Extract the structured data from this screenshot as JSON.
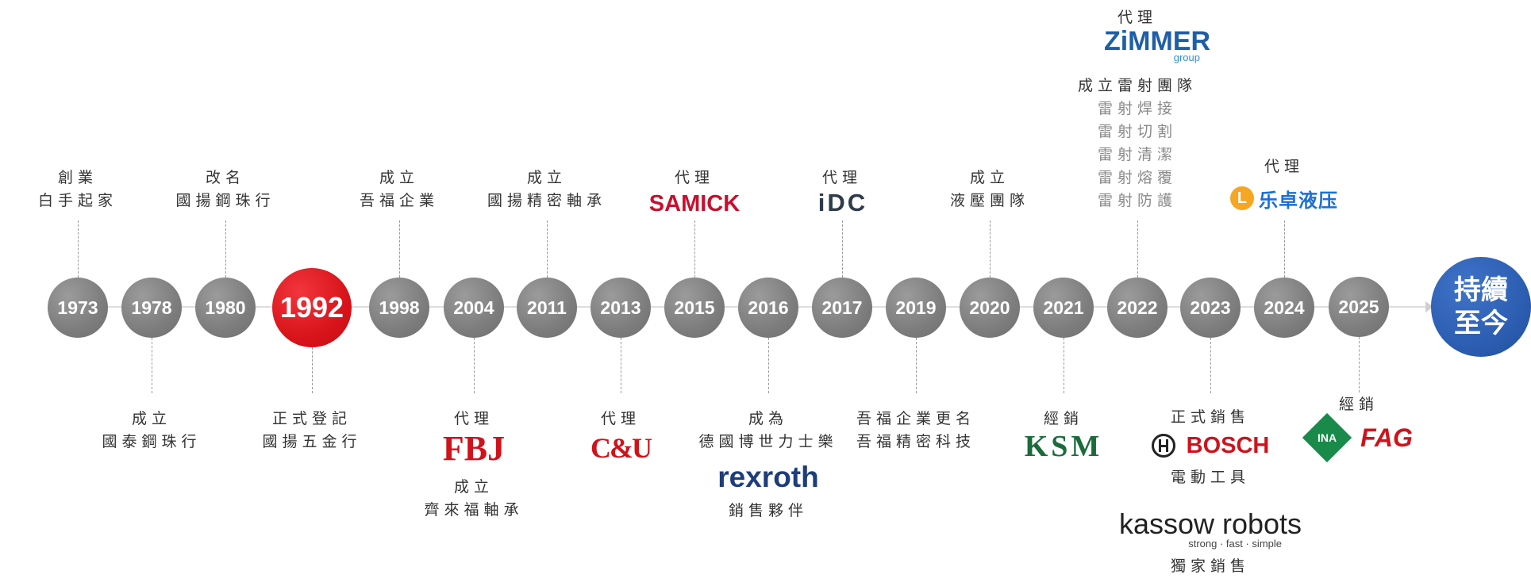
{
  "timeline": {
    "end_label_1": "持續",
    "end_label_2": "至今",
    "colors": {
      "node": "#808080",
      "highlight": "#e0141b",
      "end": "#2c5eb2",
      "line": "#dddddd"
    },
    "events": [
      {
        "year": "1973",
        "captions": [
          "創業",
          "白手起家"
        ]
      },
      {
        "year": "1978",
        "captions": [
          "成立",
          "國泰鋼珠行"
        ]
      },
      {
        "year": "1980",
        "captions": [
          "改名",
          "國揚鋼珠行"
        ]
      },
      {
        "year": "1992",
        "captions": [
          "正式登記",
          "國揚五金行"
        ]
      },
      {
        "year": "1998",
        "captions": [
          "成立",
          "吾福企業"
        ]
      },
      {
        "year": "2004",
        "captions": [
          "代理",
          "成立",
          "齊來福軸承"
        ],
        "logo_text": "FBJ"
      },
      {
        "year": "2011",
        "captions": [
          "成立",
          "國揚精密軸承"
        ]
      },
      {
        "year": "2013",
        "captions": [
          "代理"
        ],
        "logo_text": "C&U"
      },
      {
        "year": "2015",
        "captions": [
          "代理"
        ],
        "logo_text": "SAMICK"
      },
      {
        "year": "2016",
        "captions": [
          "成為",
          "德國博世力士樂",
          "銷售夥伴"
        ],
        "logo_text": "rexroth"
      },
      {
        "year": "2017",
        "captions": [
          "代理"
        ],
        "logo_text": "iDC"
      },
      {
        "year": "2019",
        "captions": [
          "吾福企業更名",
          "吾福精密科技"
        ]
      },
      {
        "year": "2020",
        "captions": [
          "成立",
          "液壓團隊"
        ]
      },
      {
        "year": "2021",
        "captions": [
          "經銷"
        ],
        "logo_text": "KSM"
      },
      {
        "year": "2022",
        "captions": [
          "代理",
          "成立雷射團隊",
          "雷射焊接",
          "雷射切割",
          "雷射清潔",
          "雷射熔覆",
          "雷射防護"
        ],
        "logo_text": "ZiMMER",
        "logo_sub": "group"
      },
      {
        "year": "2023",
        "captions": [
          "正式銷售",
          "電動工具",
          "獨家銷售"
        ],
        "logo_text": "BOSCH",
        "logo2_text": "kassow robots",
        "logo2_tagline": "strong · fast · simple"
      },
      {
        "year": "2024",
        "captions": [
          "代理"
        ],
        "logo_text": "乐卓液压",
        "logo_icon": "L"
      },
      {
        "year": "2025",
        "captions": [
          "經銷"
        ],
        "logo_text": "FAG",
        "logo2_text": "INA"
      }
    ]
  },
  "icons": {
    "bosch": "bosch-armature-icon",
    "ina": "ina-diamond-icon",
    "lezhuo": "lezhuo-icon"
  }
}
